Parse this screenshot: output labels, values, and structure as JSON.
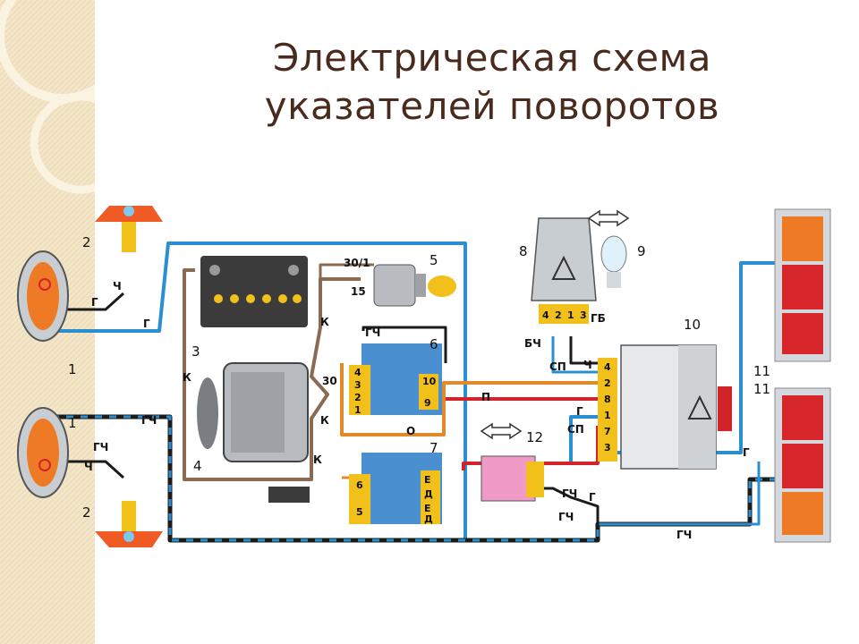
{
  "title": {
    "line1": "Электрическая схема",
    "line2": "указателей поворотов"
  },
  "colors": {
    "title": "#4a2a1c",
    "background_decor": "#f3e6c8",
    "wire_blue": "#2a8fd0",
    "wire_red": "#d2232a",
    "wire_orange": "#e08a2a",
    "wire_brown": "#8a6a52",
    "component_yellow": "#f2c01a",
    "component_blue": "#4a8fd0",
    "lamp_red": "#d7262c",
    "lamp_orange": "#ef7a25"
  },
  "diagram": {
    "component_numbers": [
      "1",
      "2",
      "3",
      "4",
      "5",
      "6",
      "7",
      "8",
      "9",
      "10",
      "11",
      "12",
      "1",
      "2",
      "11"
    ],
    "wire_labels": {
      "ch": "Ч",
      "g": "Г",
      "gch": "ГЧ",
      "k": "К",
      "o": "О",
      "p": "П",
      "sp": "СП",
      "bch": "БЧ",
      "gb": "ГБ"
    },
    "terminals": {
      "t30_1": "30/1",
      "t15": "15",
      "t30": "30"
    },
    "relay6_pins": [
      "4",
      "3",
      "2",
      "1",
      "10",
      "9"
    ],
    "relay7_pins": [
      "6",
      "5",
      "Е",
      "Д",
      "Е",
      "Д"
    ],
    "relay8_pins": [
      "4",
      "2",
      "1",
      "3"
    ],
    "switch10_pins": [
      "4",
      "2",
      "8",
      "1",
      "7",
      "3"
    ]
  }
}
